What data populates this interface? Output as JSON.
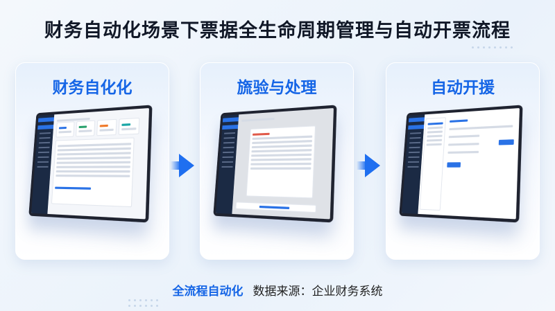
{
  "title": "财务自动化场景下票据全生命周期管理与自动开票流程",
  "steps": [
    {
      "label": "财务自化化"
    },
    {
      "label": "旒验与处理"
    },
    {
      "label": "自动开援"
    }
  ],
  "footer": {
    "highlight": "全流程自动化",
    "source": "数据来源：企业财务系统"
  },
  "colors": {
    "accent": "#1565e6",
    "sidebar": "#1b2a44"
  }
}
